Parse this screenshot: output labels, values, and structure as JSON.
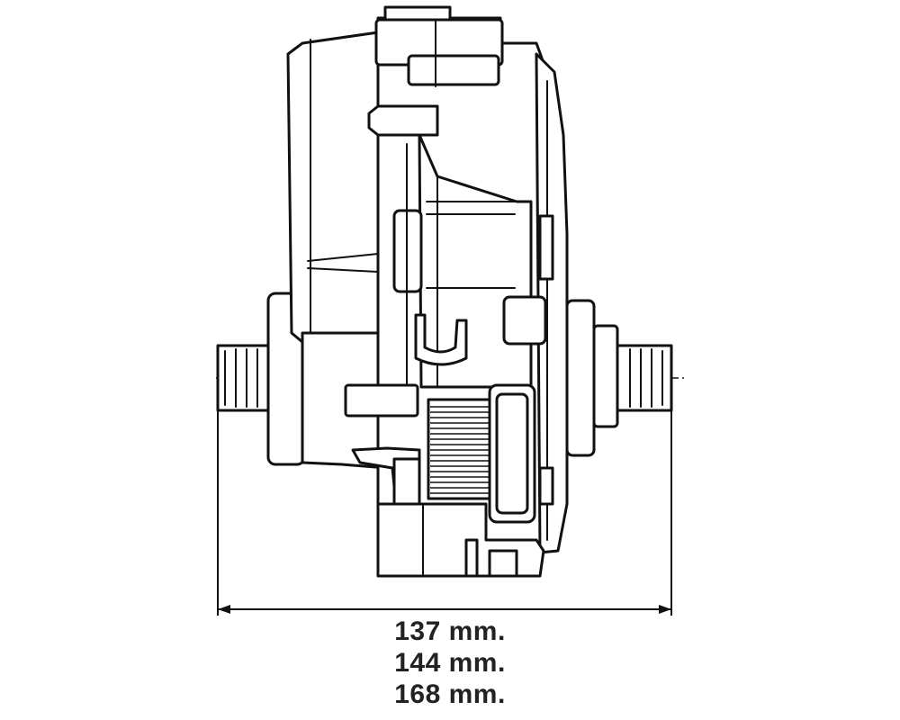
{
  "figure": {
    "subject": "drive-unit-side-view",
    "line_color": "#111111",
    "background_color": "#ffffff",
    "label_color": "#222222"
  },
  "dimension": {
    "labels": [
      "137 mm.",
      "144 mm.",
      "168 mm."
    ]
  }
}
